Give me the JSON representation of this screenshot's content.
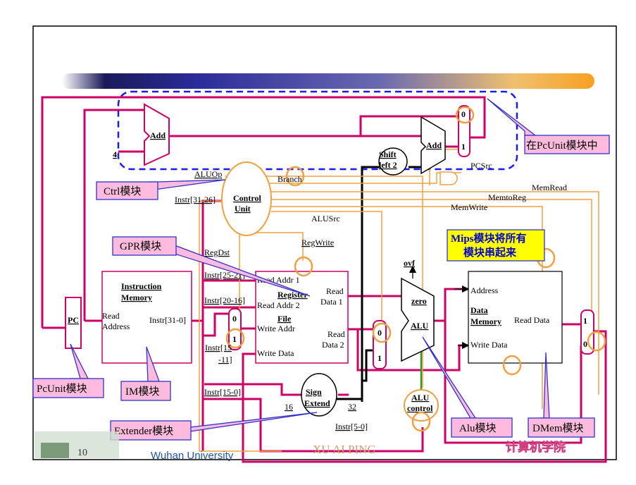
{
  "blocks": {
    "add1": "Add",
    "add2": "Add",
    "const4": "4",
    "shift": [
      "Shift",
      "left 2"
    ],
    "control": [
      "Control",
      "Unit"
    ],
    "pc": "PC",
    "im": [
      "Instruction",
      "Memory"
    ],
    "im_read": [
      "Read",
      "Address"
    ],
    "im_out": "Instr[31-0]",
    "regfile": [
      "Register",
      "File"
    ],
    "rf_ports": [
      "Read Addr 1",
      "Read Addr 2",
      "Write Addr",
      "Write Data"
    ],
    "rf_out": [
      "Read",
      "Data 1",
      "Read",
      "Data 2"
    ],
    "alu": "ALU",
    "alu_zero": "zero",
    "alu_ovf": "ovf",
    "alu_control": [
      "ALU",
      "control"
    ],
    "dmem": [
      "Data",
      "Memory"
    ],
    "dmem_ports": [
      "Address",
      "Write Data",
      "Read Data"
    ],
    "sign_extend": [
      "Sign",
      "Extend"
    ]
  },
  "mux_labels": {
    "pcsrc_top": "0",
    "pcsrc_bot": "1",
    "regdst_top": "0",
    "regdst_bot": "1",
    "alusrc_top": "0",
    "alusrc_bot": "1",
    "memtoreg_top": "1",
    "memtoreg_bot": "0"
  },
  "signals": {
    "aluop": "ALUOp",
    "branch": "Branch",
    "instr_op": "Instr[31-26]",
    "pcsrc": "PCSrc",
    "memread": "MemRead",
    "memtoreg": "MemtoReg",
    "memwrite": "MemWrite",
    "alusrc": "ALUSrc",
    "regwrite": "RegWrite",
    "regdst": "RegDst",
    "instr_rs": "Instr[25-21]",
    "instr_rt": "Instr[20-16]",
    "instr_rd": [
      "Instr[15",
      "-11]"
    ],
    "instr_imm": "Instr[15-0]",
    "w16": "16",
    "w32": "32",
    "instr_funct": "Instr[5-0]"
  },
  "callouts": {
    "pcunit_in": "在PcUnit模块中",
    "ctrl": "Ctrl模块",
    "gpr": "GPR模块",
    "mips": [
      "Mips模块将所有",
      "模块串起来"
    ],
    "pcunit": "PcUnit模块",
    "im": "IM模块",
    "extender": "Extender模块",
    "alu": "Alu模块",
    "dmem": "DMem模块"
  },
  "footer": {
    "page_number": "10",
    "university": "Wuhan University",
    "author": "XU  AI  PING",
    "school_logo": "计算机学院"
  },
  "colors": {
    "magenta_wire": "#cc0066",
    "orange_control": "#f0a040",
    "blue_dash": "#1a1aff",
    "callout_fill": "#ffbbdd",
    "callout_border": "#3333cc",
    "mips_fill": "#ffff00",
    "mips_text": "#0000cc"
  }
}
